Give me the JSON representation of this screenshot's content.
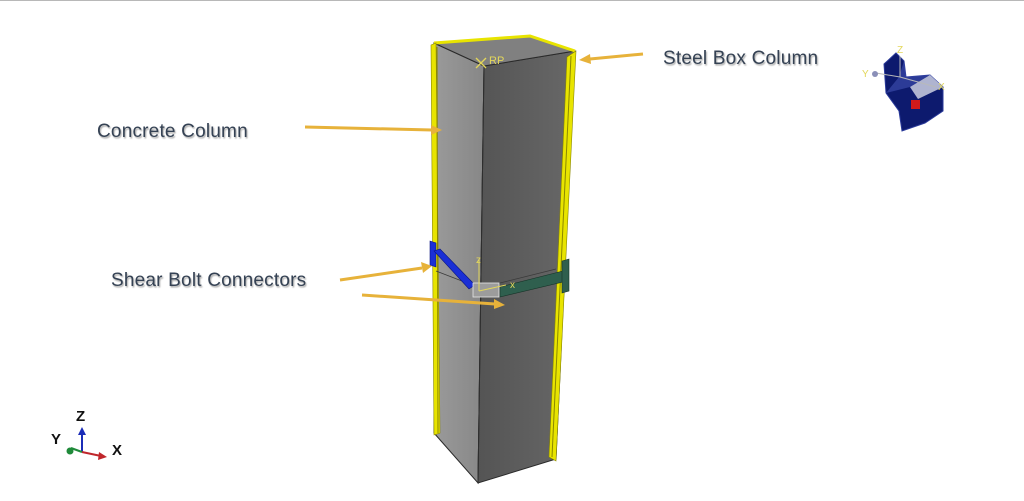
{
  "labels": {
    "concrete_column": "Concrete Column",
    "steel_box_column": "Steel Box Column",
    "shear_bolt_connectors": "Shear Bolt Connectors"
  },
  "model": {
    "reference_point_label": "RP",
    "local_axis_z": "z",
    "local_axis_x": "x"
  },
  "triad": {
    "x": "X",
    "y": "Y",
    "z": "Z"
  },
  "view_cube": {
    "x": "X",
    "y": "Y",
    "z": "Z"
  },
  "colors": {
    "concrete_front": "#8e8e8e",
    "concrete_side": "#5d5d5d",
    "concrete_top": "#7d7d7d",
    "steel_outline": "#e8e400",
    "connector_blue": "#1a2fd6",
    "connector_green": "#2f5f4e",
    "arrow": "#e7b23a",
    "label_text": "#354254",
    "view_cube": "#0d1a6e"
  }
}
